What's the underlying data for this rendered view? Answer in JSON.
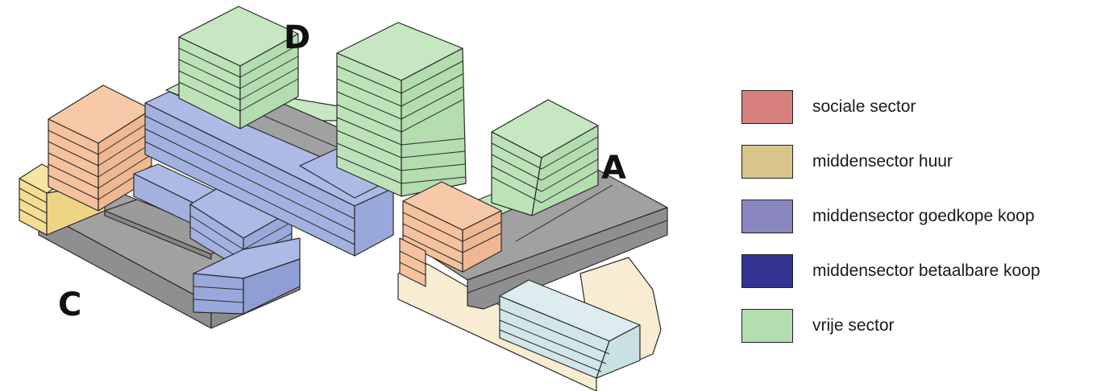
{
  "colors": {
    "sociale_sector": "#d88080",
    "middensector_huur": "#d9c48c",
    "middensector_goedkope_koop": "#8a86c0",
    "middensector_betaalbare_koop": "#33338f",
    "vrije_sector": "#b3dcaf",
    "parking_grey": "#a1a1a1",
    "orange_tint": "#f7c9a8",
    "yellow_tint": "#f7e4a3",
    "blue_tint": "#adbae6",
    "green_tint": "#c6e7c1",
    "cream_tint": "#f8ecd2",
    "pale_cyan": "#dcecef"
  },
  "labels": {
    "block_a": "A",
    "block_c": "C",
    "block_d": "D"
  },
  "legend": {
    "items": [
      {
        "label": "sociale sector",
        "color": "#d88080"
      },
      {
        "label": "middensector huur",
        "color": "#d9c48c"
      },
      {
        "label": "middensector goedkope koop",
        "color": "#8a86c0"
      },
      {
        "label": "middensector betaalbare koop",
        "color": "#33338f"
      },
      {
        "label": "vrije sector",
        "color": "#b3dcaf"
      }
    ]
  }
}
